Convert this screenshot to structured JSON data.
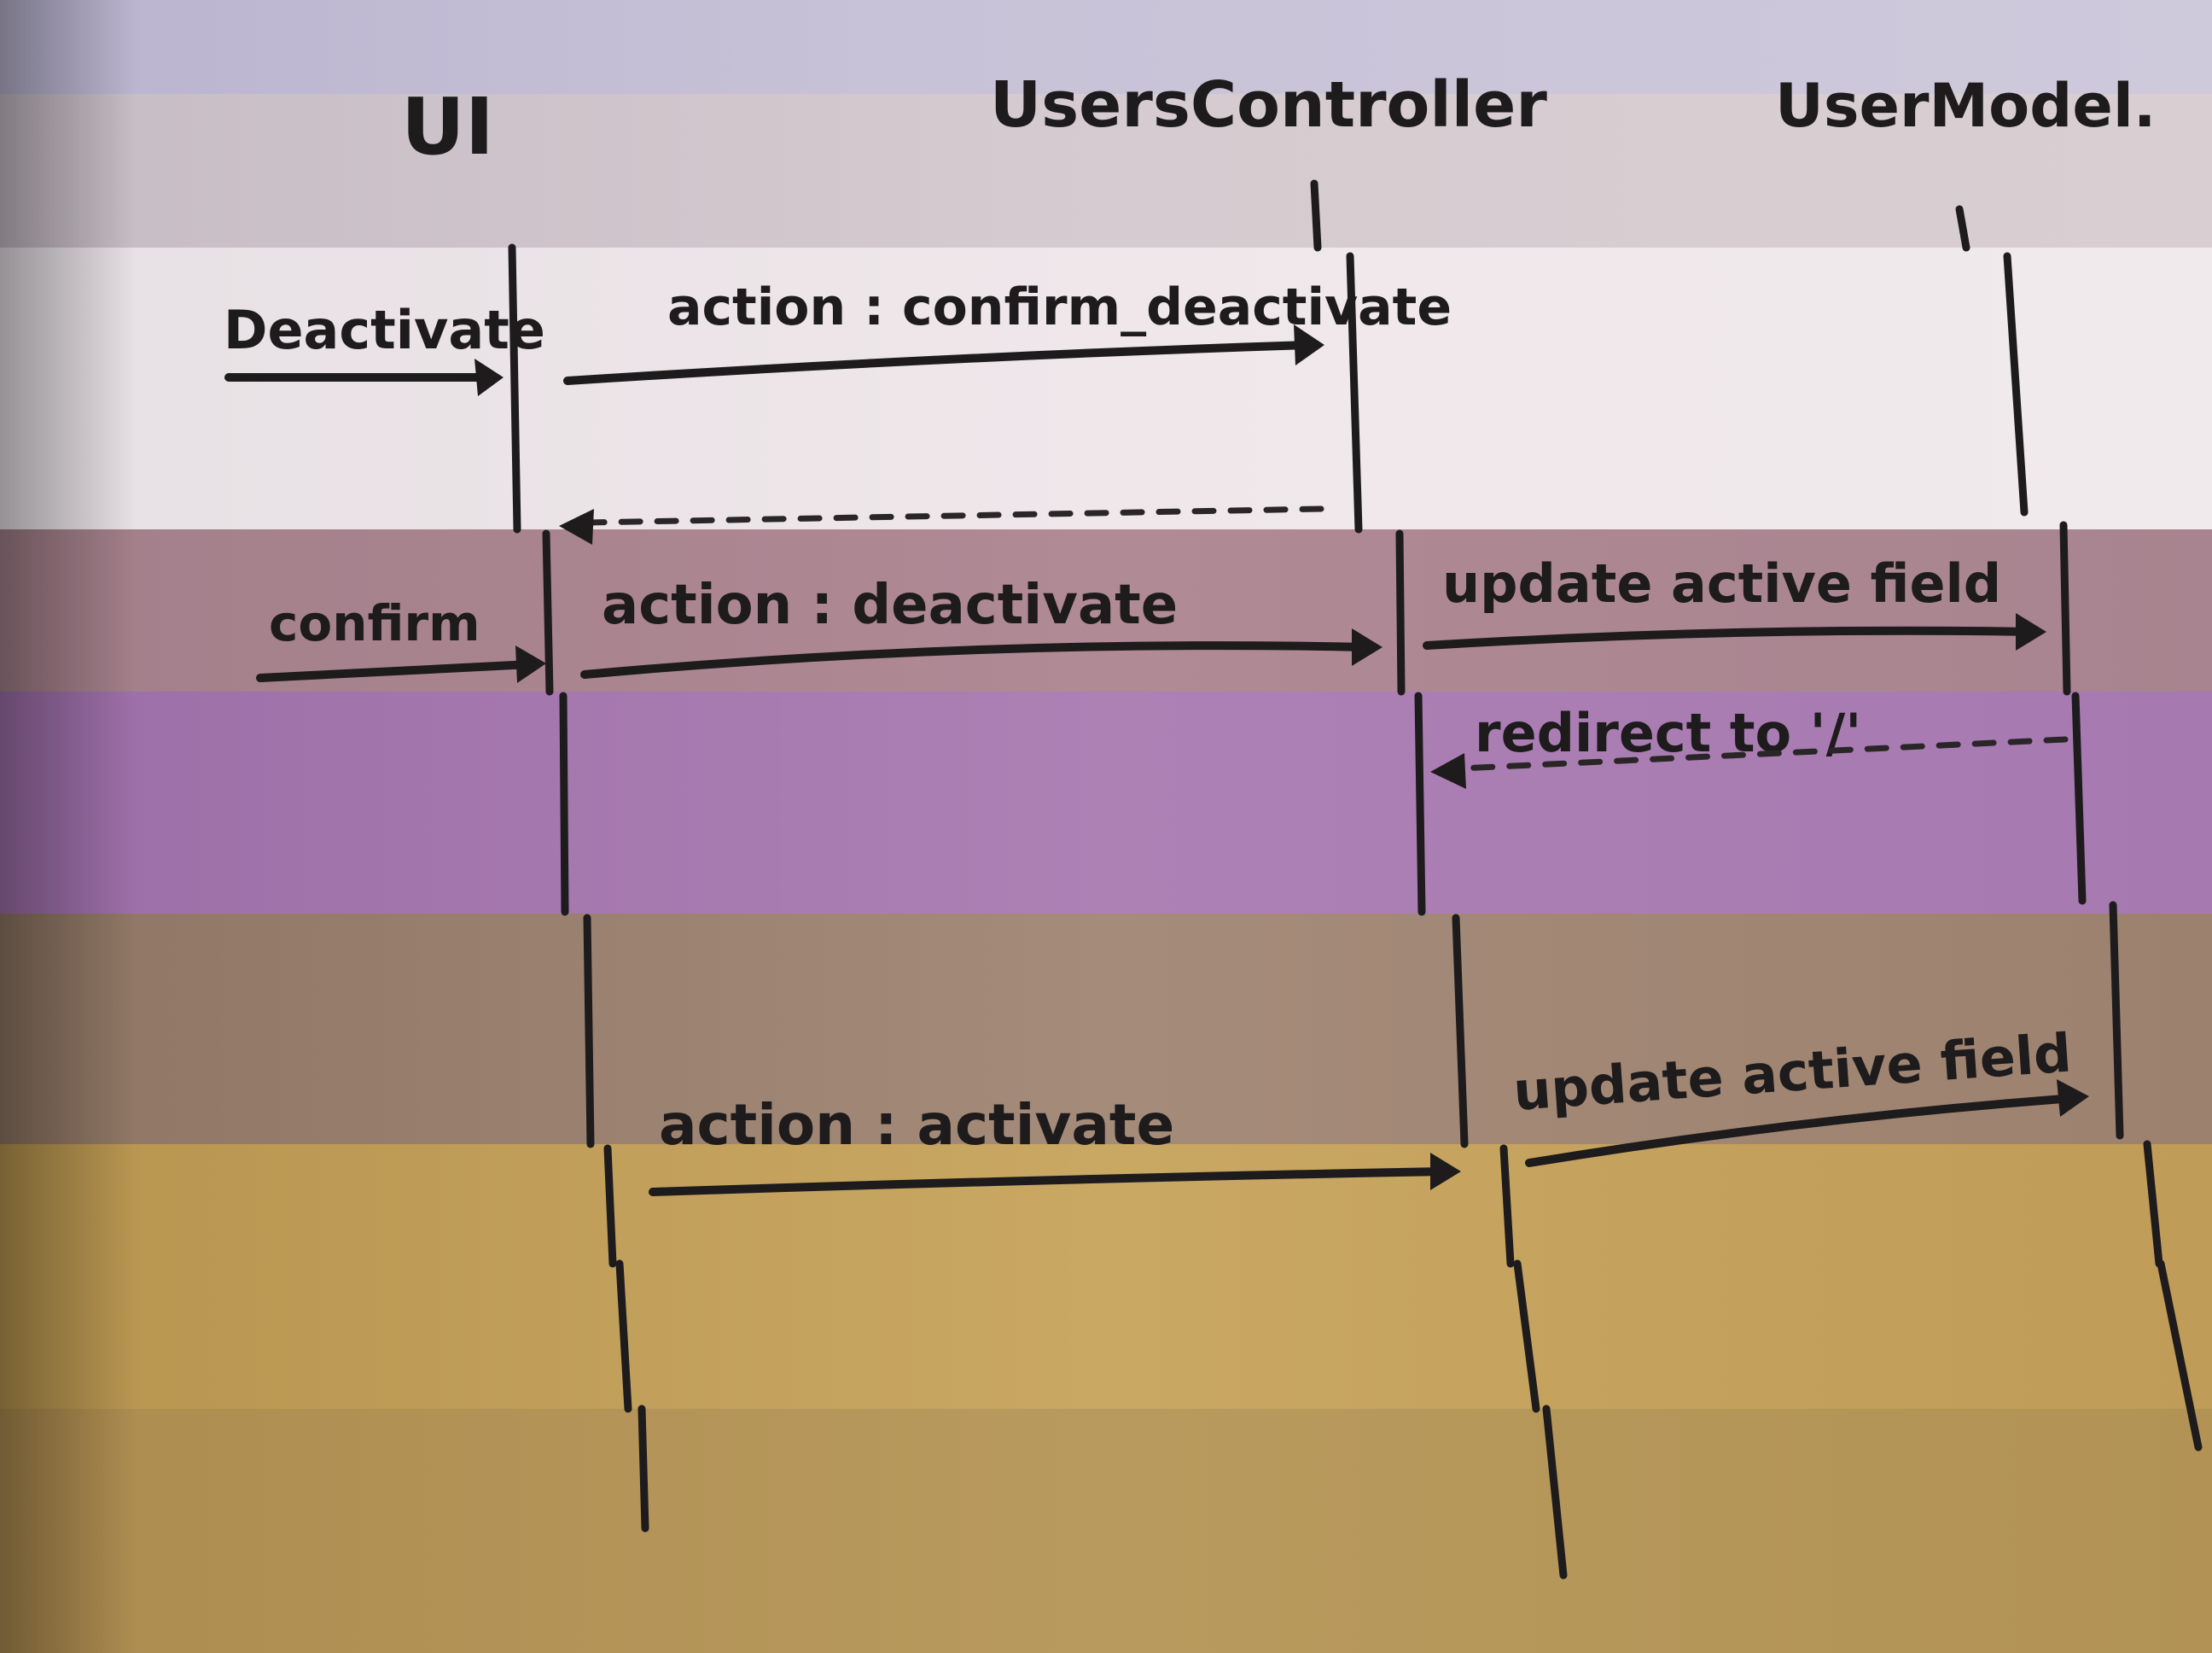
{
  "participants": {
    "ui": "UI",
    "controller": "UsersController",
    "model": "UserModel."
  },
  "messages": {
    "deactivate": "Deactivate",
    "confirm_deactivate": "action : confirm_deactivate",
    "confirm": "confirm",
    "action_deactivate": "action : deactivate",
    "update_active_field_1": "update active field",
    "redirect": "redirect to '/'",
    "action_activate": "action : activate",
    "update_active_field_2": "update active field"
  },
  "colors": {
    "ink": "#1e1b1d"
  }
}
